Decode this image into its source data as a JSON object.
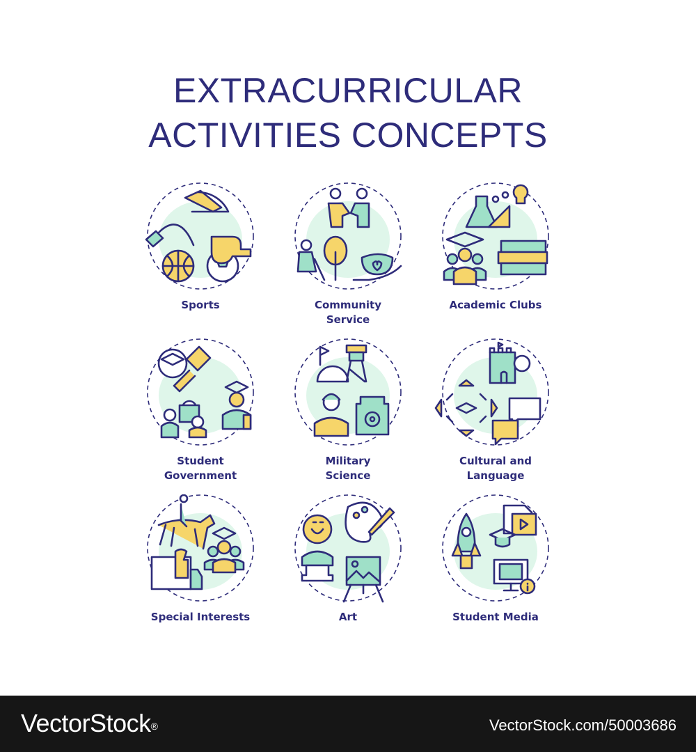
{
  "title": {
    "line1": "EXTRACURRICULAR",
    "line2": "ACTIVITIES CONCEPTS"
  },
  "colors": {
    "primary": "#2e2c7a",
    "accent_yellow": "#f6d56a",
    "accent_green": "#9fe0c8",
    "blob": "#dff6ea",
    "footer": "#161616"
  },
  "concepts": [
    {
      "label": "Sports",
      "icons": [
        "sneaker-icon",
        "jump-rope-icon",
        "basketball-icon",
        "soccer-ball-icon",
        "whistle-icon"
      ]
    },
    {
      "label": "Community Service",
      "icons": [
        "handshake-icon",
        "tree-planting-icon",
        "donation-bowl-icon"
      ]
    },
    {
      "label": "Academic Clubs",
      "icons": [
        "flask-icon",
        "lightbulb-icon",
        "graduate-group-icon",
        "books-icon"
      ]
    },
    {
      "label": "Student Government",
      "icons": [
        "gavel-icon",
        "graduate-icon",
        "speech-bubble-icon"
      ]
    },
    {
      "label": "Military Science",
      "icons": [
        "watchtower-icon",
        "bunker-icon",
        "soldier-icon",
        "target-icon"
      ]
    },
    {
      "label": "Cultural and Language",
      "icons": [
        "castle-icon",
        "arrows-icon",
        "language-bubble-icon"
      ]
    },
    {
      "label": "Special Interests",
      "icons": [
        "horse-rider-icon",
        "chess-icon",
        "graduate-group-icon"
      ]
    },
    {
      "label": "Art",
      "icons": [
        "bust-sculpture-icon",
        "palette-icon",
        "easel-icon"
      ]
    },
    {
      "label": "Student Media",
      "icons": [
        "rocket-icon",
        "video-file-icon",
        "monitor-icon"
      ]
    }
  ],
  "footer": {
    "brand": "VectorStock",
    "registered": "®",
    "image_id": "VectorStock.com/50003686"
  }
}
